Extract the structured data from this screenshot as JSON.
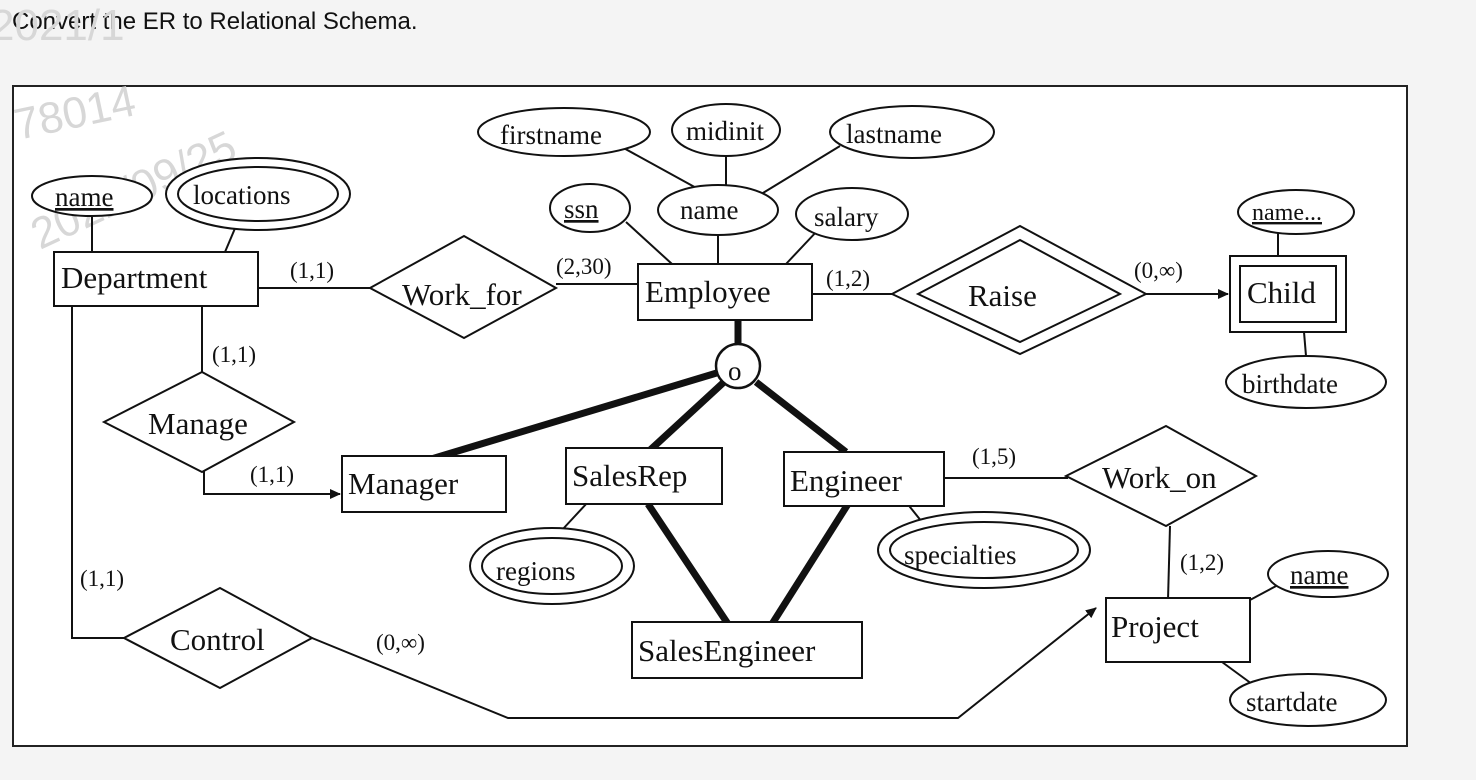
{
  "question": "Convert the ER to Relational Schema.",
  "watermark": [
    "2021/1",
    "78014",
    "2022/09/25"
  ],
  "entities": {
    "department": "Department",
    "employee": "Employee",
    "child": "Child",
    "manager": "Manager",
    "salesrep": "SalesRep",
    "engineer": "Engineer",
    "salesengineer": "SalesEngineer",
    "project": "Project"
  },
  "relationships": {
    "work_for": "Work_for",
    "raise": "Raise",
    "manage": "Manage",
    "control": "Control",
    "work_on": "Work_on"
  },
  "attributes": {
    "dept_name": "name",
    "dept_locations": "locations",
    "emp_firstname": "firstname",
    "emp_midinit": "midinit",
    "emp_lastname": "lastname",
    "emp_ssn": "ssn",
    "emp_name": "name",
    "emp_salary": "salary",
    "child_name": "name...",
    "child_birthdate": "birthdate",
    "salesrep_regions": "regions",
    "engineer_specialties": "specialties",
    "project_name": "name",
    "project_startdate": "startdate"
  },
  "specialization": {
    "disjointness": "o"
  },
  "cardinalities": {
    "dept_workfor": "(1,1)",
    "emp_workfor": "(2,30)",
    "emp_raise": "(1,2)",
    "child_raise": "(0,∞)",
    "dept_manage": "(1,1)",
    "manager_manage": "(1,1)",
    "engineer_workon": "(1,5)",
    "project_workon": "(1,2)",
    "dept_control": "(1,1)",
    "project_control": "(0,∞)"
  }
}
